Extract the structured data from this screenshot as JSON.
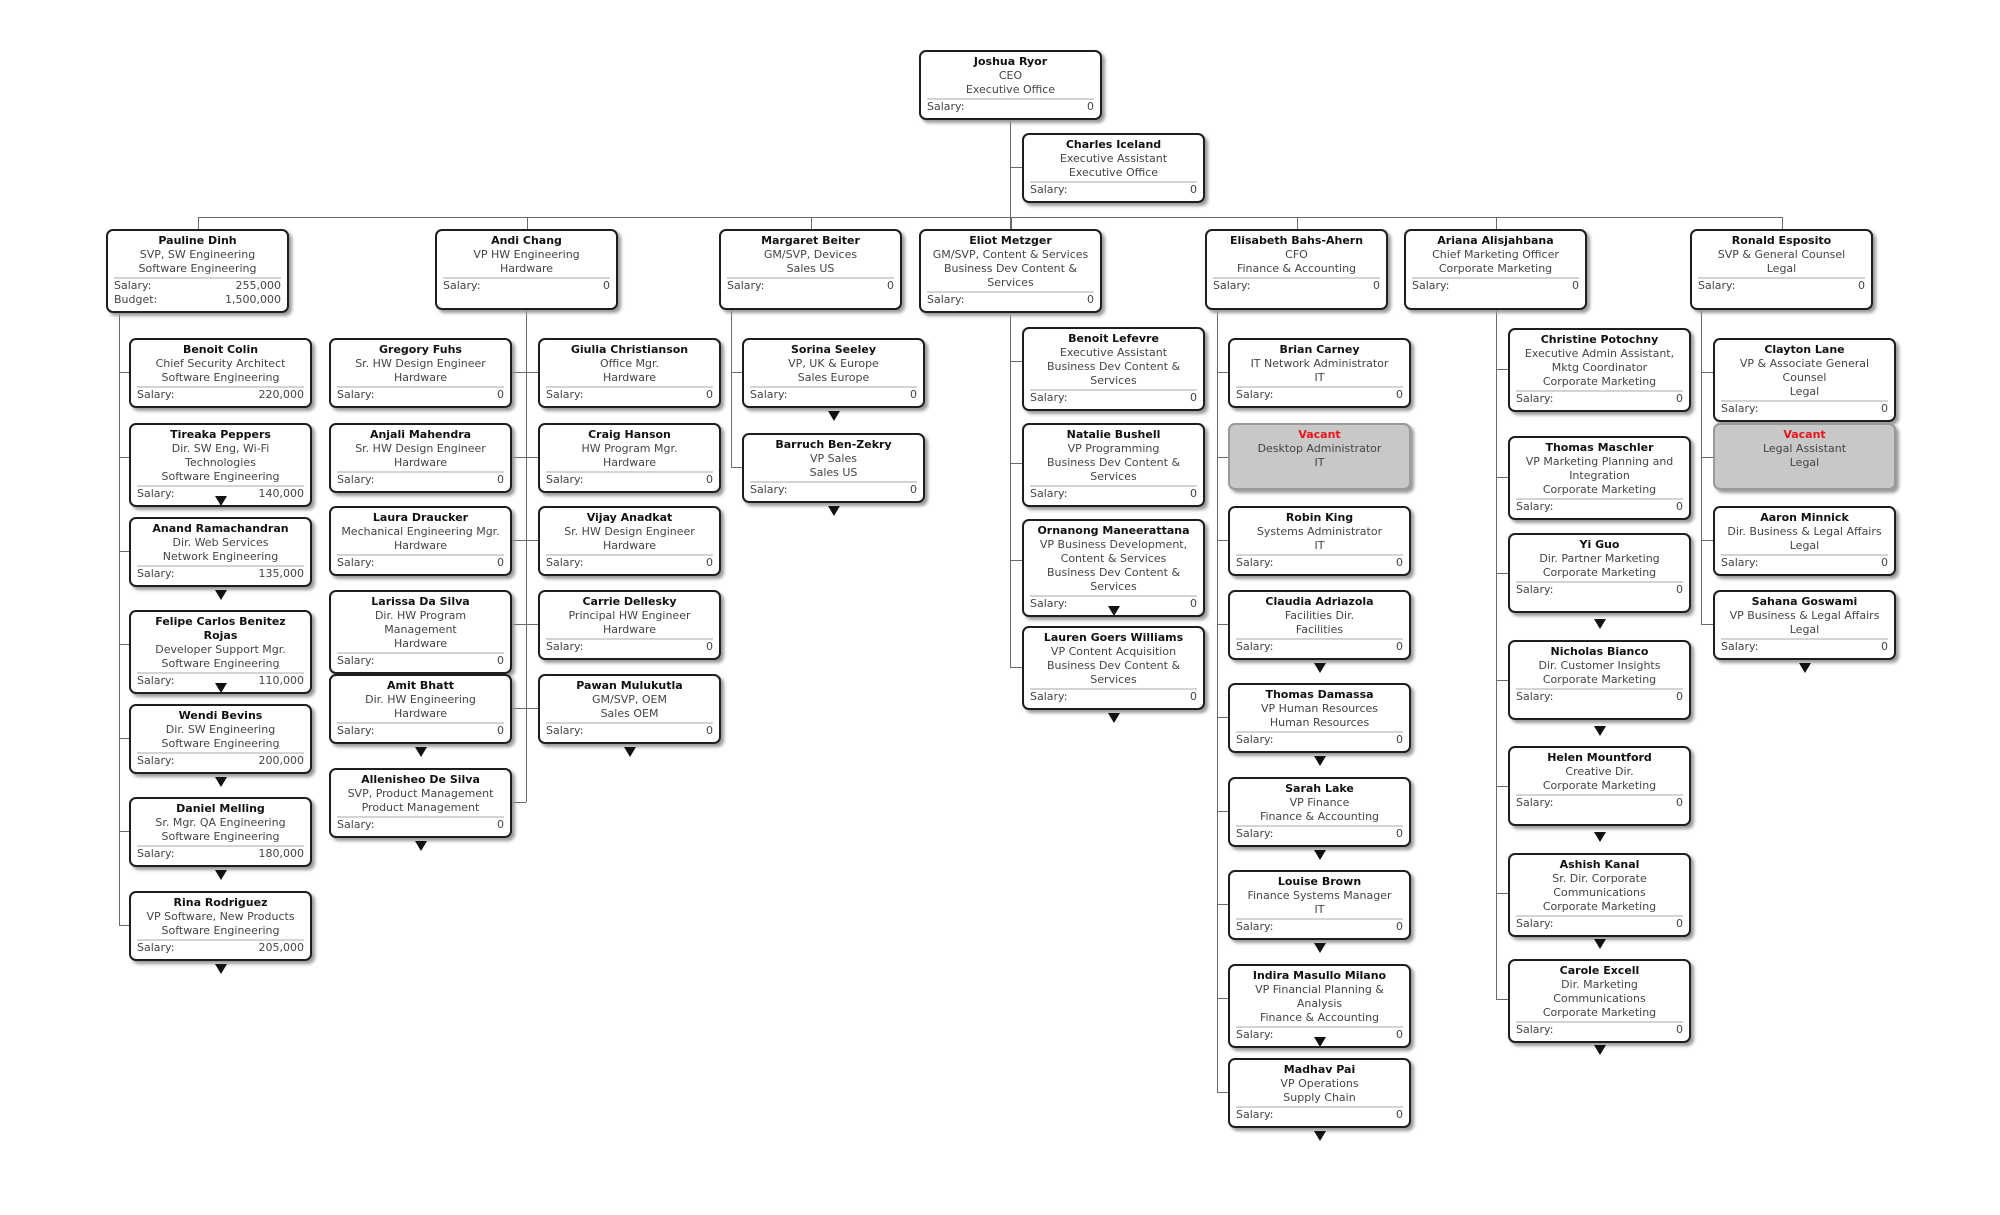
{
  "labels": {
    "salary": "Salary:",
    "budget": "Budget:"
  },
  "root": {
    "name": "Joshua Ryor",
    "title": "CEO",
    "dept": "Executive Office",
    "salary": "0"
  },
  "assistant": {
    "name": "Charles Iceland",
    "title": "Executive Assistant",
    "dept": "Executive Office",
    "salary": "0"
  },
  "departments": [
    {
      "head": {
        "name": "Pauline Dinh",
        "title": "SVP, SW Engineering",
        "dept": "Software Engineering",
        "salary": "255,000",
        "budget": "1,500,000"
      },
      "reports": [
        {
          "name": "Benoit Colin",
          "title": "Chief Security Architect",
          "dept": "Software Engineering",
          "salary": "220,000"
        },
        {
          "name": "Tireaka Peppers",
          "title": "Dir. SW Eng, Wi-Fi Technologies",
          "dept": "Software Engineering",
          "salary": "140,000",
          "collapsed": true
        },
        {
          "name": "Anand Ramachandran",
          "title": "Dir. Web Services",
          "dept": "Network Engineering",
          "salary": "135,000",
          "collapsed": true
        },
        {
          "name": "Felipe Carlos Benitez Rojas",
          "title": "Developer Support Mgr.",
          "dept": "Software Engineering",
          "salary": "110,000",
          "collapsed": true
        },
        {
          "name": "Wendi Bevins",
          "title": "Dir. SW Engineering",
          "dept": "Software Engineering",
          "salary": "200,000",
          "collapsed": true
        },
        {
          "name": "Daniel Melling",
          "title": "Sr. Mgr. QA Engineering",
          "dept": "Software Engineering",
          "salary": "180,000",
          "collapsed": true
        },
        {
          "name": "Rina Rodriguez",
          "title": "VP Software, New Products",
          "dept": "Software Engineering",
          "salary": "205,000",
          "collapsed": true
        }
      ]
    },
    {
      "head": {
        "name": "Andi Chang",
        "title": "VP HW Engineering",
        "dept": "Hardware",
        "salary": "0"
      },
      "reports": [
        {
          "name": "Gregory Fuhs",
          "title": "Sr. HW Design Engineer",
          "dept": "Hardware",
          "salary": "0"
        },
        {
          "name": "Anjali Mahendra",
          "title": "Sr. HW Design Engineer",
          "dept": "Hardware",
          "salary": "0"
        },
        {
          "name": "Laura Draucker",
          "title": "Mechanical Engineering Mgr.",
          "dept": "Hardware",
          "salary": "0"
        },
        {
          "name": "Larissa Da Silva",
          "title": "Dir. HW Program Management",
          "dept": "Hardware",
          "salary": "0"
        },
        {
          "name": "Amit Bhatt",
          "title": "Dir. HW Engineering",
          "dept": "Hardware",
          "salary": "0",
          "collapsed": true
        },
        {
          "name": "Allenisheo De Silva",
          "title": "SVP, Product Management",
          "dept": "Product Management",
          "salary": "0",
          "collapsed": true
        },
        {
          "name": "Giulia Christianson",
          "title": "Office Mgr.",
          "dept": "Hardware",
          "salary": "0"
        },
        {
          "name": "Craig Hanson",
          "title": "HW Program Mgr.",
          "dept": "Hardware",
          "salary": "0"
        },
        {
          "name": "Vijay Anadkat",
          "title": "Sr. HW Design Engineer",
          "dept": "Hardware",
          "salary": "0"
        },
        {
          "name": "Carrie Dellesky",
          "title": "Principal HW Engineer",
          "dept": "Hardware",
          "salary": "0"
        },
        {
          "name": "Pawan Mulukutla",
          "title": "GM/SVP, OEM",
          "dept": "Sales OEM",
          "salary": "0",
          "collapsed": true
        }
      ]
    },
    {
      "head": {
        "name": "Margaret Beiter",
        "title": "GM/SVP, Devices",
        "dept": "Sales US",
        "salary": "0"
      },
      "reports": [
        {
          "name": "Sorina Seeley",
          "title": "VP, UK & Europe",
          "dept": "Sales Europe",
          "salary": "0",
          "collapsed": true
        },
        {
          "name": "Barruch Ben-Zekry",
          "title": "VP Sales",
          "dept": "Sales US",
          "salary": "0",
          "collapsed": true
        }
      ]
    },
    {
      "head": {
        "name": "Eliot Metzger",
        "title": "GM/SVP, Content & Services",
        "dept": "Business Dev Content & Services",
        "salary": "0"
      },
      "reports": [
        {
          "name": "Benoit Lefevre",
          "title": "Executive Assistant",
          "dept": "Business Dev Content & Services",
          "salary": "0"
        },
        {
          "name": "Natalie Bushell",
          "title": "VP Programming",
          "dept": "Business Dev Content & Services",
          "salary": "0"
        },
        {
          "name": "Ornanong Maneerattana",
          "title": "VP Business Development, Content & Services",
          "dept": "Business Dev Content & Services",
          "salary": "0",
          "collapsed": true
        },
        {
          "name": "Lauren Goers Williams",
          "title": "VP Content Acquisition",
          "dept": "Business Dev Content & Services",
          "salary": "0",
          "collapsed": true
        }
      ]
    },
    {
      "head": {
        "name": "Elisabeth Bahs-Ahern",
        "title": "CFO",
        "dept": "Finance & Accounting",
        "salary": "0"
      },
      "reports": [
        {
          "name": "Brian Carney",
          "title": "IT Network Administrator",
          "dept": "IT",
          "salary": "0"
        },
        {
          "name": "Vacant",
          "title": "Desktop Administrator",
          "dept": "IT",
          "vacant": true
        },
        {
          "name": "Robin King",
          "title": "Systems Administrator",
          "dept": "IT",
          "salary": "0"
        },
        {
          "name": "Claudia Adriazola",
          "title": "Facilities Dir.",
          "dept": "Facilities",
          "salary": "0",
          "collapsed": true
        },
        {
          "name": "Thomas Damassa",
          "title": "VP Human Resources",
          "dept": "Human Resources",
          "salary": "0",
          "collapsed": true
        },
        {
          "name": "Sarah Lake",
          "title": "VP Finance",
          "dept": "Finance & Accounting",
          "salary": "0",
          "collapsed": true
        },
        {
          "name": "Louise Brown",
          "title": "Finance Systems Manager",
          "dept": "IT",
          "salary": "0",
          "collapsed": true
        },
        {
          "name": "Indira Masullo Milano",
          "title": "VP Financial Planning & Analysis",
          "dept": "Finance & Accounting",
          "salary": "0",
          "collapsed": true
        },
        {
          "name": "Madhav Pai",
          "title": "VP Operations",
          "dept": "Supply Chain",
          "salary": "0",
          "collapsed": true
        }
      ]
    },
    {
      "head": {
        "name": "Ariana Alisjahbana",
        "title": "Chief Marketing Officer",
        "dept": "Corporate Marketing",
        "salary": "0"
      },
      "reports": [
        {
          "name": "Christine Potochny",
          "title": "Executive Admin Assistant, Mktg Coordinator",
          "dept": "Corporate Marketing",
          "salary": "0"
        },
        {
          "name": "Thomas Maschler",
          "title": "VP Marketing Planning and Integration",
          "dept": "Corporate Marketing",
          "salary": "0"
        },
        {
          "name": "Yi Guo",
          "title": "Dir. Partner Marketing",
          "dept": "Corporate Marketing",
          "salary": "0",
          "collapsed": true
        },
        {
          "name": "Nicholas Bianco",
          "title": "Dir. Customer Insights",
          "dept": "Corporate Marketing",
          "salary": "0",
          "collapsed": true
        },
        {
          "name": "Helen Mountford",
          "title": "Creative Dir.",
          "dept": "Corporate Marketing",
          "salary": "0",
          "collapsed": true
        },
        {
          "name": "Ashish Kanal",
          "title": "Sr. Dir. Corporate Communications",
          "dept": "Corporate Marketing",
          "salary": "0",
          "collapsed": true
        },
        {
          "name": "Carole Excell",
          "title": "Dir. Marketing Communications",
          "dept": "Corporate Marketing",
          "salary": "0",
          "collapsed": true
        }
      ]
    },
    {
      "head": {
        "name": "Ronald Esposito",
        "title": "SVP & General Counsel",
        "dept": "Legal",
        "salary": "0"
      },
      "reports": [
        {
          "name": "Clayton Lane",
          "title": "VP & Associate General Counsel",
          "dept": "Legal",
          "salary": "0"
        },
        {
          "name": "Vacant",
          "title": "Legal Assistant",
          "dept": "Legal",
          "vacant": true
        },
        {
          "name": "Aaron Minnick",
          "title": "Dir. Business & Legal Affairs",
          "dept": "Legal",
          "salary": "0"
        },
        {
          "name": "Sahana Goswami",
          "title": "VP Business & Legal Affairs",
          "dept": "Legal",
          "salary": "0",
          "collapsed": true
        }
      ]
    }
  ]
}
